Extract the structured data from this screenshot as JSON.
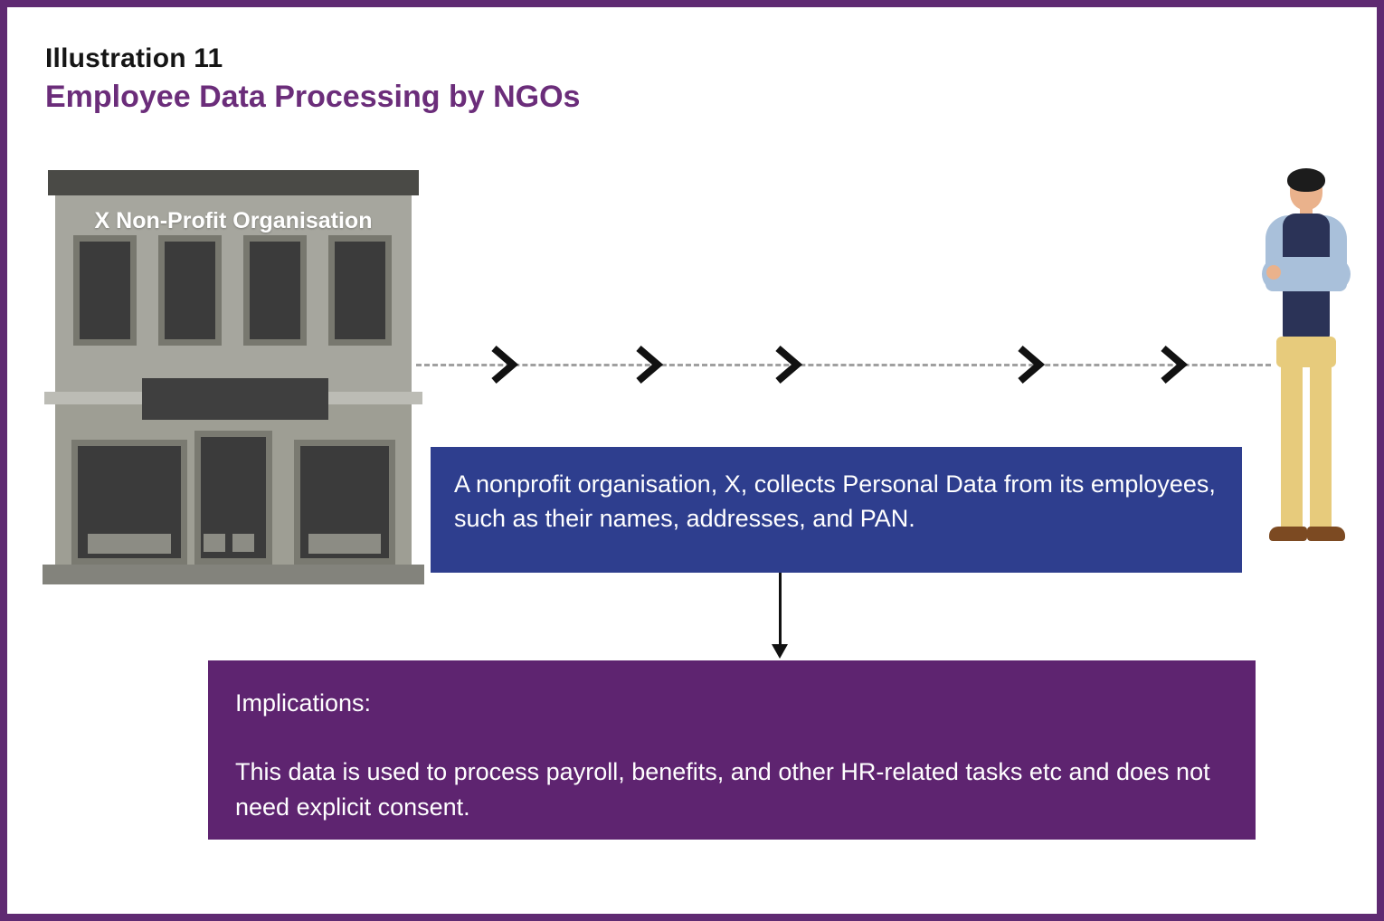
{
  "page": {
    "border_color": "#5f2a72",
    "background_color": "#ffffff"
  },
  "header": {
    "title": "Illustration 11",
    "subtitle": "Employee Data Processing by NGOs",
    "subtitle_color": "#6b2d7a"
  },
  "building": {
    "label": "X Non-Profit Organisation"
  },
  "flow": {
    "chevron_count": 5,
    "chevron_icon": "chevron-right",
    "line_style": "dashed"
  },
  "callout": {
    "text": "A nonprofit organisation, X, collects Personal Data from its employees, such as their names, addresses, and PAN.",
    "bg_color": "#2e3e8e"
  },
  "implications": {
    "heading": "Implications:",
    "body": "This data is used to process payroll, benefits, and other HR-related tasks etc and does not need explicit consent.",
    "bg_color": "#5e2470"
  }
}
